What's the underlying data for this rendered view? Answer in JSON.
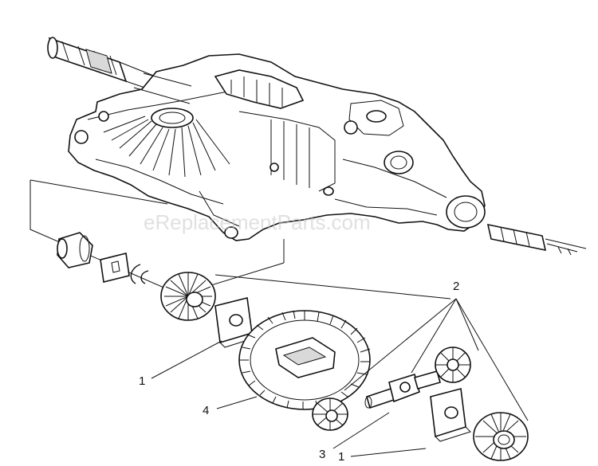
{
  "watermark": "eReplacementParts.com",
  "callouts": {
    "label_2": "2",
    "label_1_upper": "1",
    "label_4": "4",
    "label_3": "3",
    "label_1_lower": "1"
  }
}
